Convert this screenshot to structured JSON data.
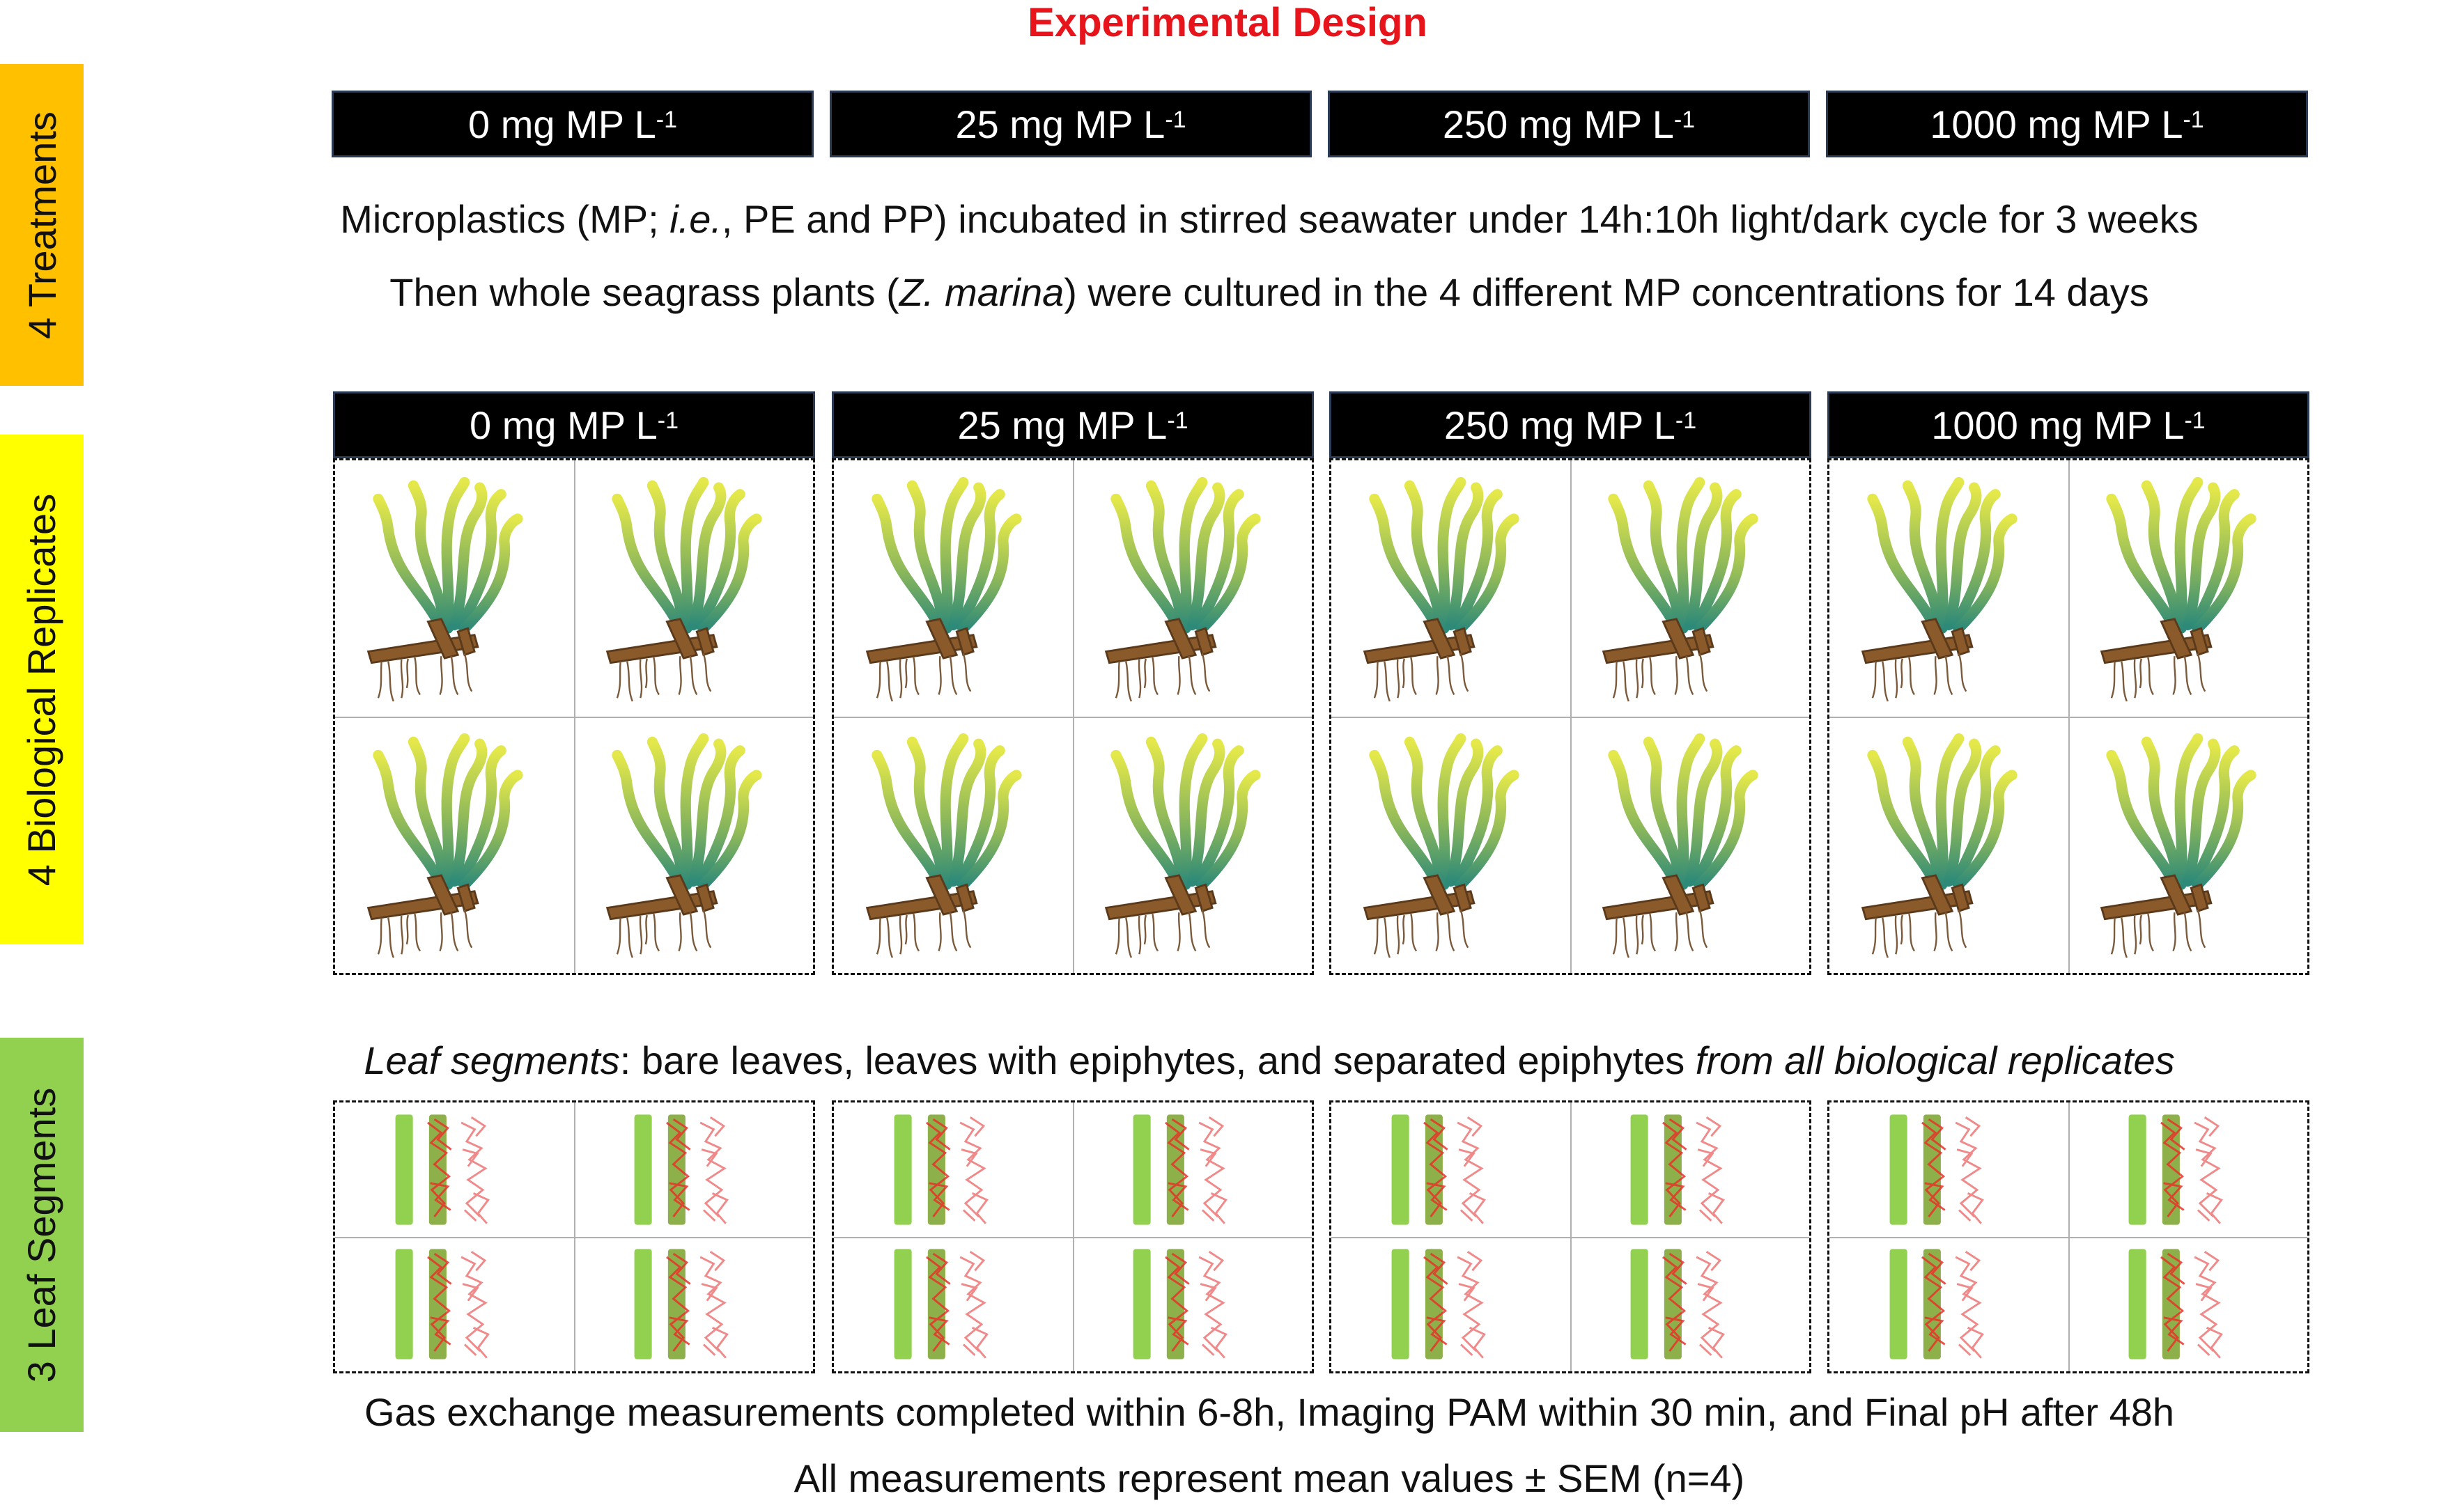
{
  "title": "Experimental Design",
  "sidebar": {
    "treatments": "4 Treatments",
    "replicates": "4 Biological Replicates",
    "segments": "3 Leaf Segments"
  },
  "treatments": [
    {
      "base": "0 mg MP L",
      "exp": "-1"
    },
    {
      "base": "25 mg MP L",
      "exp": "-1"
    },
    {
      "base": "250 mg MP L",
      "exp": "-1"
    },
    {
      "base": "1000 mg MP L",
      "exp": "-1"
    }
  ],
  "description": {
    "line1": {
      "a": "Microplastics (MP; ",
      "b": "i.e.",
      "c": ", PE and PP) incubated in stirred seawater under 14h:10h light/dark cycle for 3 weeks"
    },
    "line2": {
      "a": "Then whole seagrass plants (",
      "b": "Z. marina",
      "c": ") were cultured in the 4 different MP concentrations for 14 days"
    }
  },
  "leaf_caption": {
    "a": "Leaf segments",
    "b": ": bare leaves, leaves with epiphytes, and separated epiphytes ",
    "c": "from all biological replicates"
  },
  "footer": {
    "line1": "Gas exchange measurements completed within 6-8h, Imaging PAM within 30 min, and Final pH after 48h",
    "line2": "All measurements represent mean values ± SEM (n=4)"
  },
  "colors": {
    "title": "#e8141b",
    "treatments_bar": "#ffc000",
    "replicates_bar": "#ffff00",
    "segments_bar": "#92d050",
    "leaf_green": "#92d050",
    "epiphyte_red": "#e8332a",
    "rhizome_brown": "#8b5a2b"
  },
  "icons": {
    "plant": "seagrass-plant-icon",
    "leaf": "bare-leaf-icon",
    "leaf_epi": "leaf-with-epiphytes-icon",
    "epi": "epiphytes-icon"
  }
}
